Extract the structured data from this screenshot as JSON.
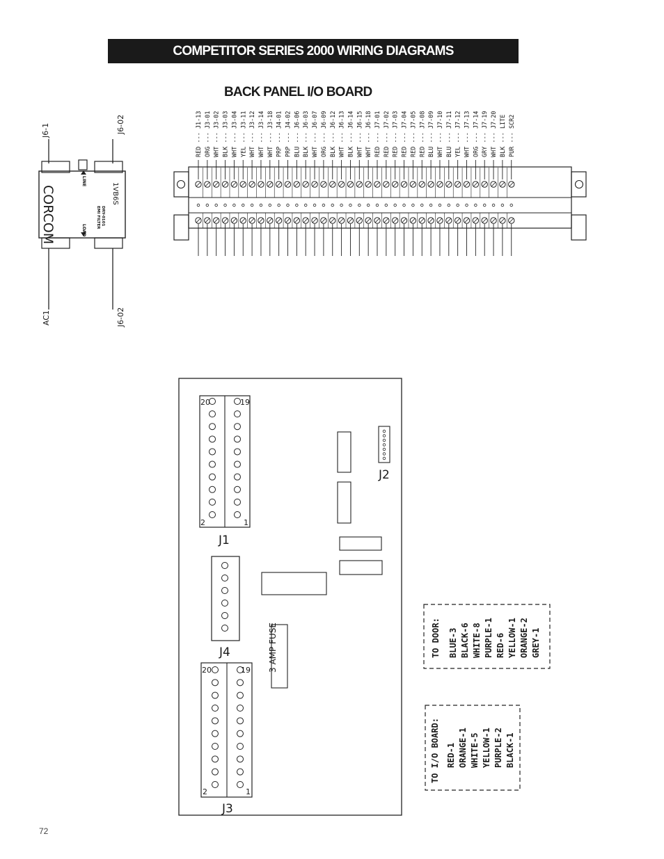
{
  "header": {
    "title": "COMPETITOR SERIES 2000 WIRING DIAGRAMS",
    "subtitle": "BACK PANEL I/O BOARD"
  },
  "filter": {
    "brand": "CORCOM",
    "top_left_wire": "J6-1",
    "top_right_wire": "J6-02",
    "bottom_left_wire": "AC1",
    "bottom_right_wire": "J6-02",
    "line_label": "LINE",
    "load_label": "LOAD",
    "part_code": "1VB6S",
    "emi_line1": "EMI FILTER",
    "emi_line2": "DRY-0101"
  },
  "terminal_strip": {
    "wires": [
      "RED --- J1-13",
      "ORG --- J3-01",
      "WHT --- J3-02",
      "BLK --- J3-03",
      "WHT --- J3-04",
      "YEL --- J3-11",
      "WHT --- J3-12",
      "WHT --- J3-14",
      "WHT --- J3-18",
      "PRP --- J4-01",
      "PRP --- J4-02",
      "BLU --- J6-06",
      "BLK --- J6-03",
      "WHT --- J6-07",
      "ORG --- J6-09",
      "BLK --- J6-12",
      "WHT --- J6-13",
      "BLK --- J6-14",
      "WHT --- J6-15",
      "WHT --- J6-18",
      "RED --- J7-01",
      "RED --- J7-02",
      "RED --- J7-03",
      "RED --- J7-04",
      "RED --- J7-05",
      "RED --- J7-08",
      "BLU --- J7-09",
      "WHT --- J7-10",
      "BLU --- J7-11",
      "YEL --- J7-12",
      "WHT --- J7-13",
      "ORG --- J7-14",
      "GRY --- J7-19",
      "WHT --- J7-20",
      "BLK --- LITE",
      "PUR --- SCR2"
    ]
  },
  "board": {
    "j1": {
      "name": "J1",
      "top_left": "20",
      "top_right": "19",
      "bottom_left": "2",
      "bottom_right": "1"
    },
    "j2": {
      "name": "J2"
    },
    "j3": {
      "name": "J3",
      "top_left": "20",
      "top_right": "19",
      "bottom_left": "2",
      "bottom_right": "1"
    },
    "j4": {
      "name": "J4"
    },
    "fuse_label": "3 AMP FUSE"
  },
  "to_door": {
    "title": "TO DOOR:",
    "lines": [
      "BLUE-3",
      "BLACK-6",
      "WHITE-8",
      "PURPLE-1",
      "RED-6",
      "YELLOW-1",
      "ORANGE-2",
      "GREY-1"
    ]
  },
  "to_io": {
    "title": "TO I/O BOARD:",
    "lines": [
      "RED-1",
      "ORANGE-1",
      "WHITE-5",
      "YELLOW-1",
      "PURPLE-2",
      "BLACK-1"
    ]
  },
  "footer": {
    "page_number": "72"
  }
}
